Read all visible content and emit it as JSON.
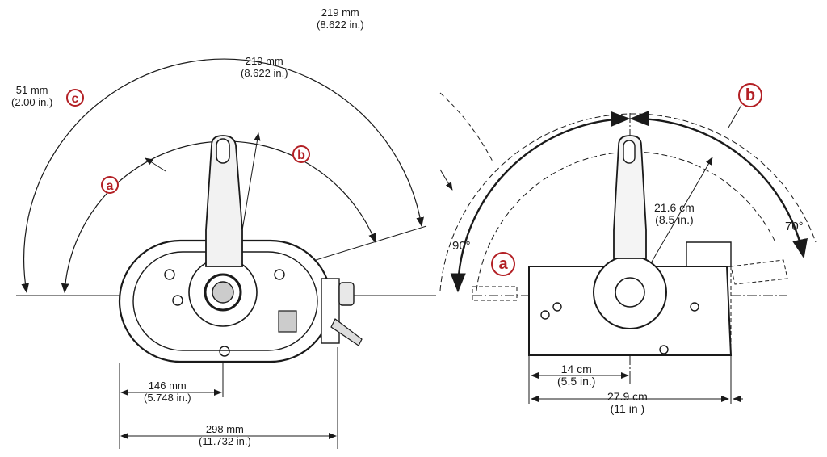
{
  "left": {
    "dim_top": {
      "mm": "219 mm",
      "in": "(8.622 in.)"
    },
    "dim_radius": {
      "mm": "219 mm",
      "in": "(8.622 in.)"
    },
    "dim_offset": {
      "mm": "51 mm",
      "in": "(2.00 in.)"
    },
    "dim_half": {
      "mm": "146 mm",
      "in": "(5.748 in.)"
    },
    "dim_width": {
      "mm": "298 mm",
      "in": "(11.732 in.)"
    },
    "callout_a": "a",
    "callout_b": "b",
    "callout_c": "c"
  },
  "right": {
    "radius": {
      "cm": "21.6 cm",
      "in": "(8.5 in.)"
    },
    "half": {
      "cm": "14 cm",
      "in": "(5.5 in.)"
    },
    "width": {
      "cm": "27.9 cm",
      "in": "(11 in )"
    },
    "angle_left": "90°",
    "angle_right": "70°",
    "callout_a": "a",
    "callout_b": "b"
  },
  "colors": {
    "callout": "#b32025",
    "line": "#1a1a1a"
  }
}
